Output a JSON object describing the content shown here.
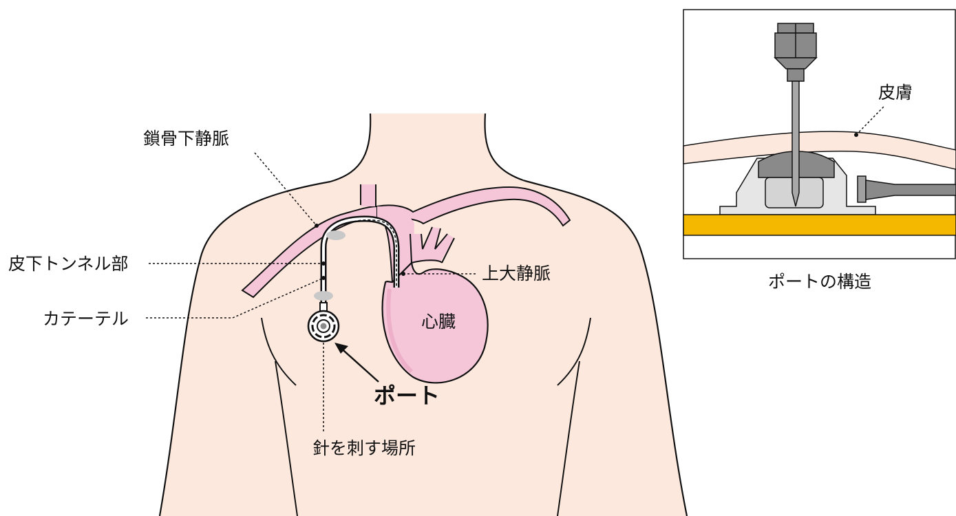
{
  "labels": {
    "subclavian_vein": "鎖骨下静脈",
    "subcutaneous_tunnel": "皮下トンネル部",
    "catheter": "カテーテル",
    "superior_vena_cava": "上大静脈",
    "heart": "心臓",
    "port": "ポート",
    "needle_site": "針を刺す場所",
    "skin": "皮膚",
    "port_structure_caption": "ポートの構造"
  },
  "colors": {
    "skin": "#fde8de",
    "vessel": "#f4c6d8",
    "vessel_dark": "#eaa0c0",
    "outline": "#111111",
    "device_gray": "#8a8a8a",
    "base_plate": "#e6e6e6",
    "fat_layer": "#f5b800",
    "clip_gray": "#c8c8c8"
  }
}
